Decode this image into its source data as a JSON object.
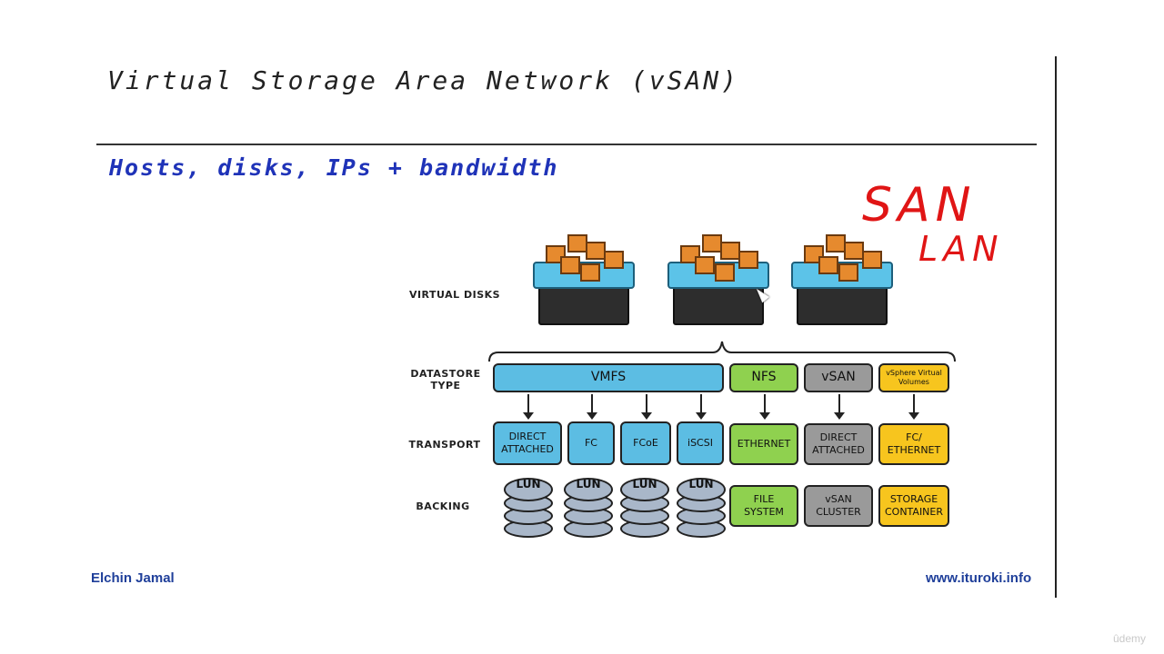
{
  "slide": {
    "title": "Virtual Storage Area Network (vSAN)",
    "subtitle": "Hosts, disks, IPs + bandwidth",
    "annotation_top": "SAN",
    "annotation_bottom": "LAN"
  },
  "diagram": {
    "row_labels": {
      "virtual_disks": "VIRTUAL DISKS",
      "datastore_type": "DATASTORE TYPE",
      "transport": "TRANSPORT",
      "backing": "BACKING"
    },
    "datastore": {
      "vmfs": "VMFS",
      "nfs": "NFS",
      "vsan": "vSAN",
      "vvols": "vSphere Virtual Volumes"
    },
    "transport": {
      "direct_attached": "DIRECT ATTACHED",
      "fc": "FC",
      "fcoe": "FCoE",
      "iscsi": "iSCSI",
      "ethernet": "ETHERNET",
      "vsan_direct": "DIRECT ATTACHED",
      "fc_ethernet": "FC/ ETHERNET"
    },
    "backing": {
      "lun": "LUN",
      "file_system": "FILE SYSTEM",
      "vsan_cluster": "vSAN CLUSTER",
      "storage_container": "STORAGE CONTAINER"
    },
    "colors": {
      "vmfs": "#5cbde3",
      "nfs": "#8fd14f",
      "vsan": "#9a9a9a",
      "vvols": "#f7c51e"
    }
  },
  "footer": {
    "author": "Elchin Jamal",
    "website": "www.ituroki.info",
    "watermark": "ûdemy"
  }
}
